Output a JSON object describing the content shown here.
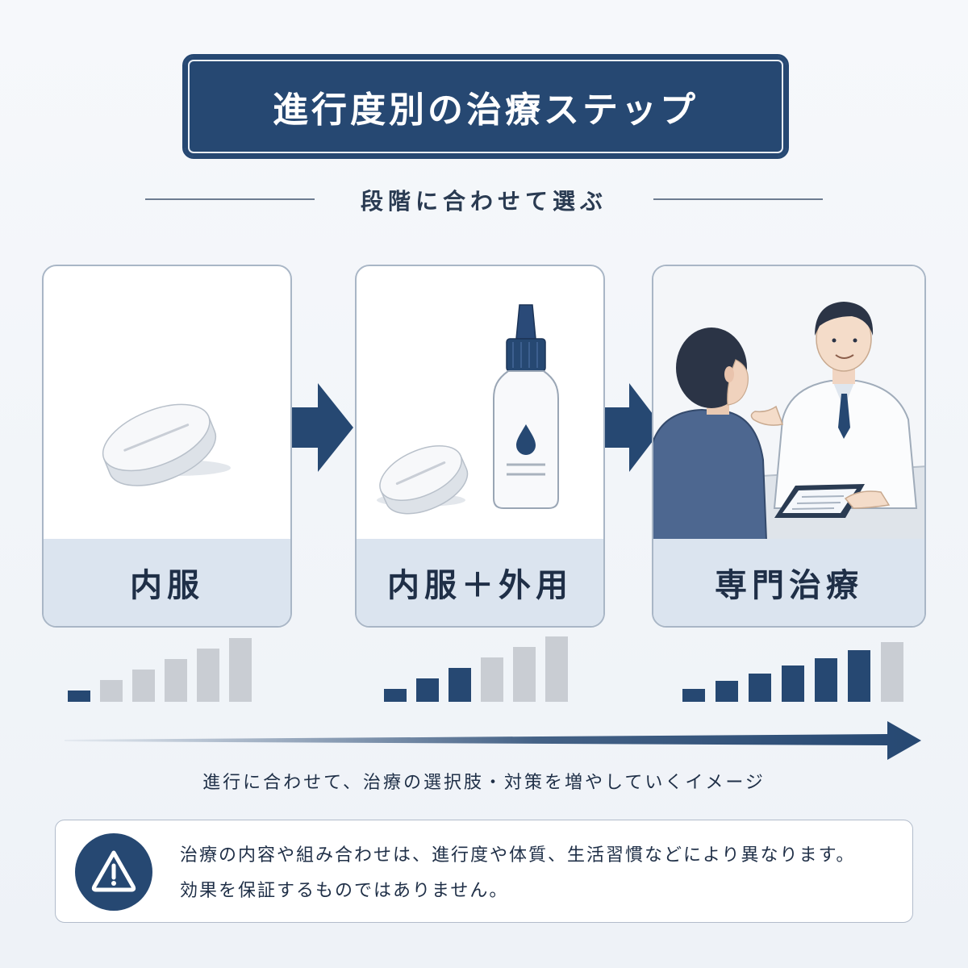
{
  "title": "進行度別の治療ステップ",
  "subtitle": "段階に合わせて選ぶ",
  "steps": [
    {
      "label": "内服",
      "level": 1,
      "scale": 6
    },
    {
      "label": "内服＋外用",
      "level": 3,
      "scale": 6
    },
    {
      "label": "専門治療",
      "level": 6,
      "scale": 7
    }
  ],
  "caption": "進行に合わせて、治療の選択肢・対策を増やしていくイメージ",
  "note": {
    "icon": "warning-icon",
    "line1": "治療の内容や組み合わせは、進行度や体質、生活習慣などにより異なります。",
    "line2": "効果を保証するものではありません。"
  },
  "colors": {
    "accent": "#264872",
    "inactive": "#c9cdd3",
    "label_bg": "#dbe4ef"
  }
}
